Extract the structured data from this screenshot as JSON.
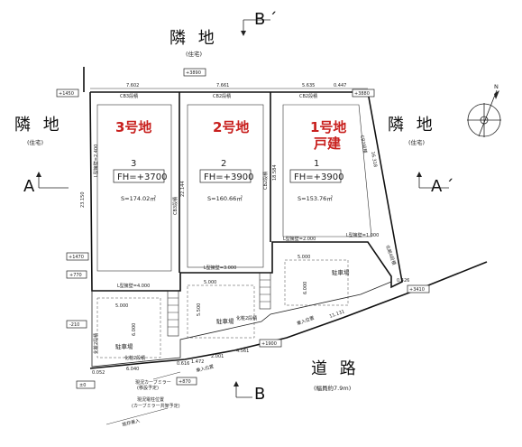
{
  "neighbors": {
    "top": "隣 地",
    "top_sub": "(住宅)",
    "left": "隣 地",
    "left_sub": "(住宅)",
    "right": "隣 地",
    "right_sub": "(住宅)"
  },
  "section_markers": {
    "a": "A",
    "a_prime": "A´",
    "b": "B",
    "b_prime": "B´"
  },
  "road": {
    "label": "道 路",
    "width_note": "(幅員約7.9m)"
  },
  "lots": [
    {
      "red_label": "3号地",
      "number": "3",
      "fh": "FH=+3700",
      "area": "S=174.02㎡"
    },
    {
      "red_label": "2号地",
      "number": "2",
      "fh": "FH=+3900",
      "area": "S=160.66㎡"
    },
    {
      "red_label": "1号地",
      "red_label2": "戸建",
      "number": "1",
      "fh": "FH=+3900",
      "area": "S=153.76㎡"
    }
  ],
  "levels": {
    "top_left": "+1450",
    "top_center": "+3890",
    "top_right": "+3880",
    "left_1": "+1470",
    "left_2": "+770",
    "left_3": "-210",
    "bottom_left": "±0",
    "bottom_center": "+870",
    "bottom_right_1": "+1900",
    "right_road": "+3410"
  },
  "dimensions": {
    "top_1": "7.602",
    "top_2": "7.661",
    "top_3": "5.635",
    "top_4": "0.447",
    "cb_1": "CB3段積",
    "cb_2": "CB2段積",
    "cb_3": "CB2段積",
    "cb_side_right": "CB2段積",
    "cb_div_1": "CB3段積",
    "cb_div_2": "CB2段積",
    "depth_left": "23.150",
    "depth_3": "22.144",
    "depth_2": "18.584",
    "depth_1": "16.318",
    "lwall_3": "L型擁壁=2.400",
    "lwall_bottom": "L型擁壁=4.000",
    "lwall_mid": "L型擁壁=3.000",
    "lwall_1": "L型擁壁=2.000",
    "lwall_1r": "L型擁壁=1.000",
    "side_block": "化粧4段積",
    "park_w1": "5.000",
    "park_h1": "6.000",
    "park_w2": "5.000",
    "park_h2": "5.500",
    "park_w3": "5.000",
    "park_h3": "6.000",
    "parking": "駐車場",
    "parking2": "駐車場",
    "parking3": "駐車場",
    "cosmetic_2a": "化粧2段積",
    "cosmetic_2b": "化粧2段積",
    "left_vertical": "化粧2段積",
    "bottom_052": "0.052",
    "bottom_6040": "6.040",
    "bottom_616": "0.616",
    "bottom_1472": "1.472",
    "bottom_2001": "2.001",
    "bottom_4561": "4.561",
    "bottom_11131": "11.131",
    "bottom_0426": "0.426",
    "entry_1": "乗入位置",
    "entry_2": "乗入位置",
    "curb_note_1": "現況カーブミラー",
    "curb_note_1b": "(移設予定)",
    "pole_note": "現況電柱位置",
    "pole_note_b": "(カーブミラー共架予定)",
    "existing_entry": "既存乗入"
  },
  "icons": {
    "compass": "compass-icon",
    "north": "N"
  }
}
